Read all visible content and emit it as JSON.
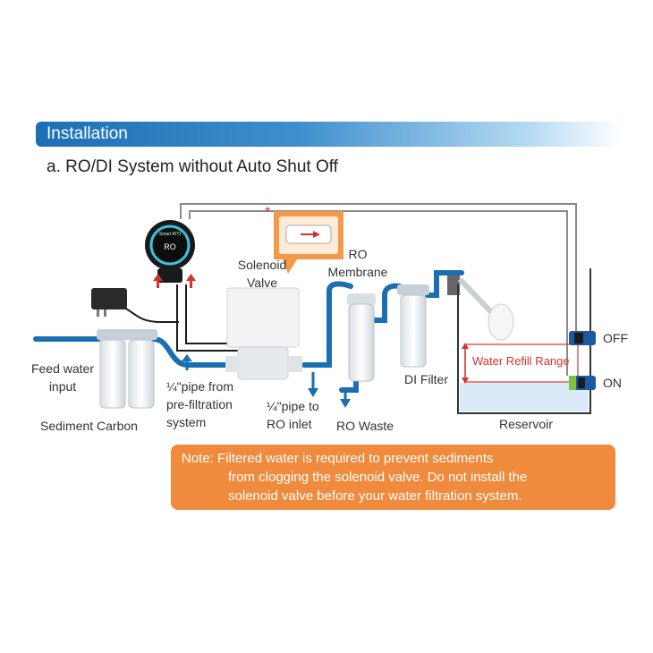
{
  "header": {
    "banner_title": "Installation",
    "subtitle": "a. RO/DI System without Auto Shut Off"
  },
  "controller": {
    "brand": "Smart ATO",
    "screen": "RO"
  },
  "labels": {
    "feed_water_1": "Feed water",
    "feed_water_2": "input",
    "sediment_carbon": "Sediment Carbon",
    "pipe_prefilter_1": "¼\"pipe from",
    "pipe_prefilter_2": "pre-filtration",
    "pipe_prefilter_3": "system",
    "solenoid_1": "Solenoid",
    "solenoid_2": "Valve",
    "ro_membrane_1": "RO",
    "ro_membrane_2": "Membrane",
    "pipe_ro_1": "¼\"pipe to",
    "pipe_ro_2": "RO inlet",
    "ro_waste": "RO Waste",
    "di_filter": "DI Filter",
    "water_refill_range": "Water Refill Range",
    "reservoir": "Reservoir",
    "off": "OFF",
    "on": "ON",
    "asterisk": "*"
  },
  "note": {
    "line1": "Note: Filtered water is required to prevent sediments",
    "line2": "from clogging the solenoid valve. Do not install the",
    "line3": "solenoid valve before your water filtration system."
  },
  "colors": {
    "pipe": "#1a6fb0",
    "accent_red": "#d8322e",
    "note_bg": "#f08a3c",
    "water": "#dbeaf8"
  }
}
